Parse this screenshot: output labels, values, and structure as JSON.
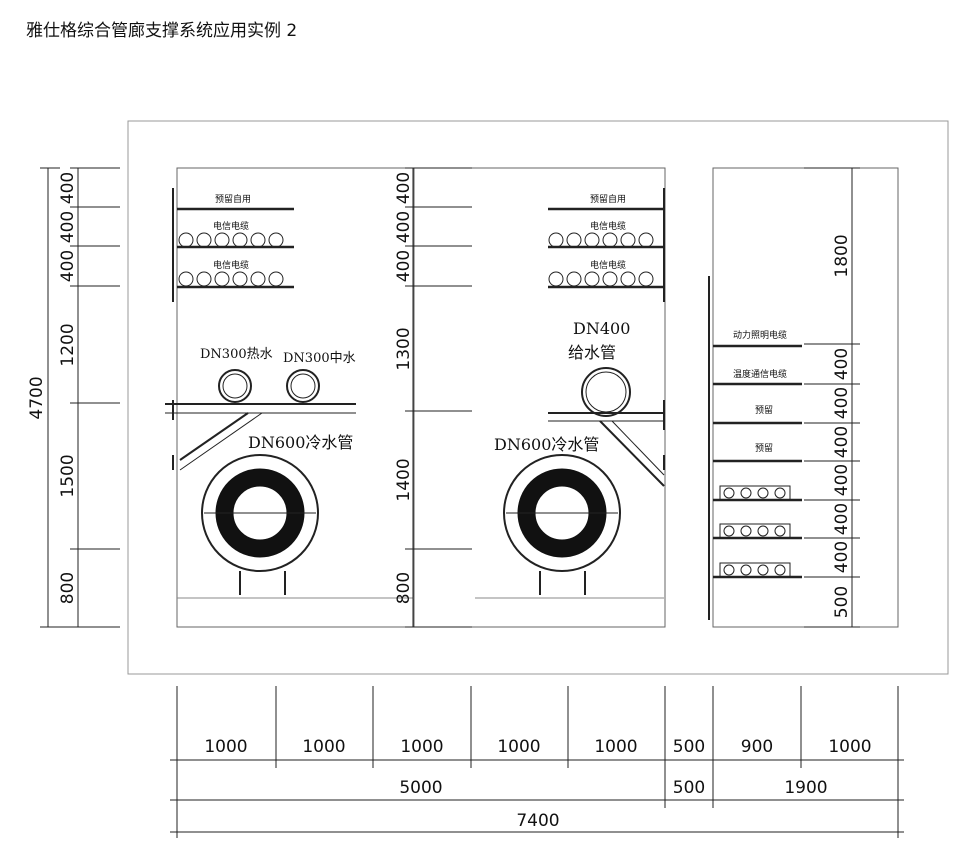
{
  "title": "雅仕格综合管廊支撑系统应用实例 2",
  "left_section": {
    "tray_labels": [
      "预留自用",
      "电信电缆",
      "电信电缆"
    ],
    "pipe_labels": [
      "DN300热水",
      "DN300中水"
    ],
    "main_pipe_label": "DN600冷水管"
  },
  "middle_section": {
    "tray_labels": [
      "预留自用",
      "电信电缆",
      "电信电缆"
    ],
    "pipe_label_1": "DN400",
    "pipe_label_2": "给水管",
    "main_pipe_label": "DN600冷水管"
  },
  "right_section": {
    "tray_labels": [
      "动力照明电缆",
      "温度通信电缆",
      "预留",
      "预留"
    ]
  },
  "vertical_dims": {
    "left_total": "4700",
    "left": [
      "400",
      "400",
      "400",
      "1200",
      "1500",
      "800"
    ],
    "middle": [
      "400",
      "400",
      "400",
      "1300",
      "1400",
      "800"
    ],
    "right": [
      "1800",
      "400",
      "400",
      "400",
      "400",
      "400",
      "400",
      "500"
    ]
  },
  "horizontal_dims": {
    "row1": [
      "1000",
      "1000",
      "1000",
      "1000",
      "1000",
      "500",
      "900",
      "1000"
    ],
    "row2": [
      "5000",
      "500",
      "1900"
    ],
    "row3": [
      "7400"
    ]
  }
}
